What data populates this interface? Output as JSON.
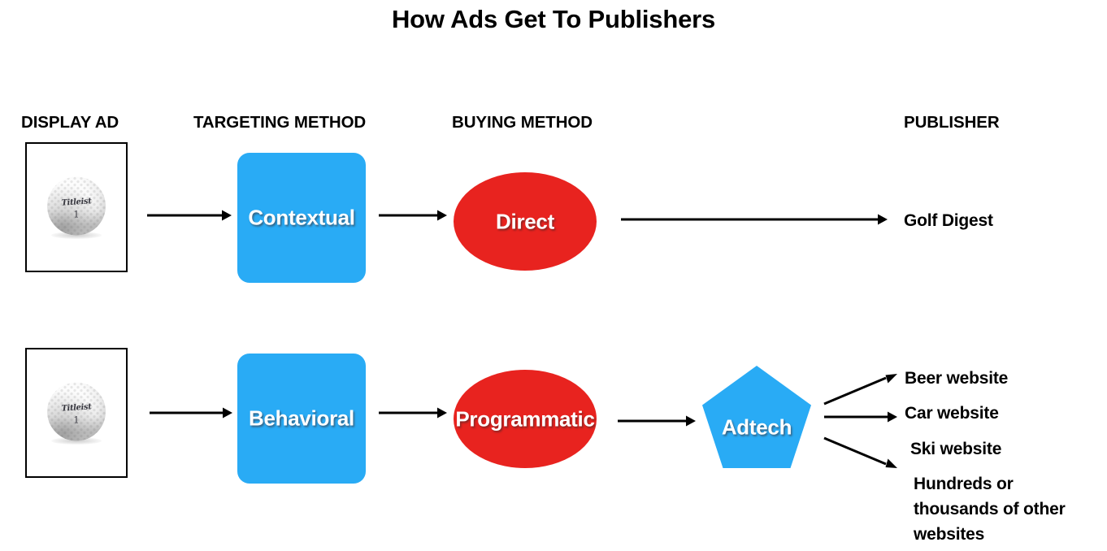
{
  "title": "How Ads Get To Publishers",
  "colors": {
    "blue": "#29abf5",
    "red": "#e8231f",
    "text": "#000000",
    "background": "#ffffff",
    "shape_label": "#ffffff"
  },
  "headers": [
    {
      "label": "DISPLAY AD"
    },
    {
      "label": "TARGETING METHOD"
    },
    {
      "label": "BUYING METHOD"
    },
    {
      "label": "PUBLISHER"
    }
  ],
  "display_ad": {
    "brand": "Titleist",
    "number": "1",
    "alt": "golf-ball-display-ad"
  },
  "rows": [
    {
      "name": "direct-flow",
      "targeting": "Contextual",
      "buying": "Direct",
      "publishers": [
        "Golf Digest"
      ]
    },
    {
      "name": "programmatic-flow",
      "targeting": "Behavioral",
      "buying": "Programmatic",
      "adtech": "Adtech",
      "publishers": [
        "Beer website",
        "Car website",
        "Ski website",
        "Hundreds or thousands of other websites"
      ]
    }
  ]
}
